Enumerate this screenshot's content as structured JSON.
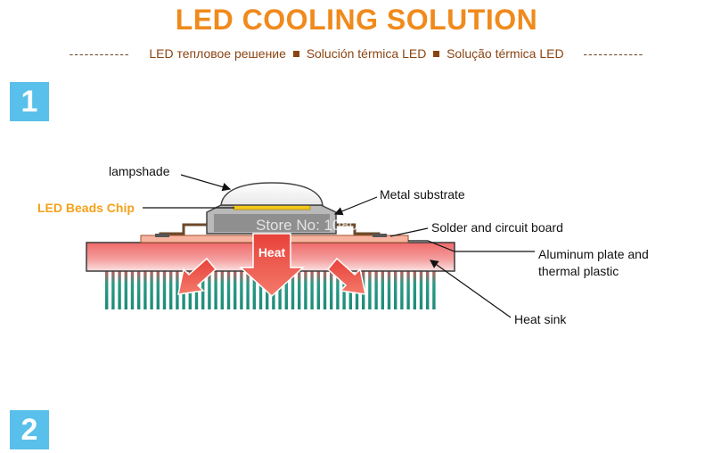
{
  "header": {
    "title": "LED COOLING SOLUTION",
    "subtitle_left_dashes": "------------",
    "subtitle_ru": "LED тепловое решение",
    "subtitle_es": "Solución térmica LED",
    "subtitle_pt": "Solução térmica LED",
    "subtitle_right_dashes": "------------"
  },
  "steps": {
    "one": "1",
    "two": "2"
  },
  "diagram": {
    "labels": {
      "lampshade": "lampshade",
      "led_beads_chip": "LED Beads Chip",
      "metal_substrate": "Metal substrate",
      "solder_board": "Solder and circuit board",
      "aluminum_line1": "Aluminum plate and",
      "aluminum_line2": "thermal plastic",
      "heat_sink": "Heat sink",
      "heat": "Heat"
    },
    "watermark": "Store No: 1080577",
    "colors": {
      "title_orange": "#f08a1c",
      "subtitle_brown": "#8b4513",
      "step_blue": "#58c0ea",
      "fin_teal": "#1f8a7a",
      "heat_red": "#e84a3c",
      "chip_yellow": "#f4c81a"
    }
  }
}
